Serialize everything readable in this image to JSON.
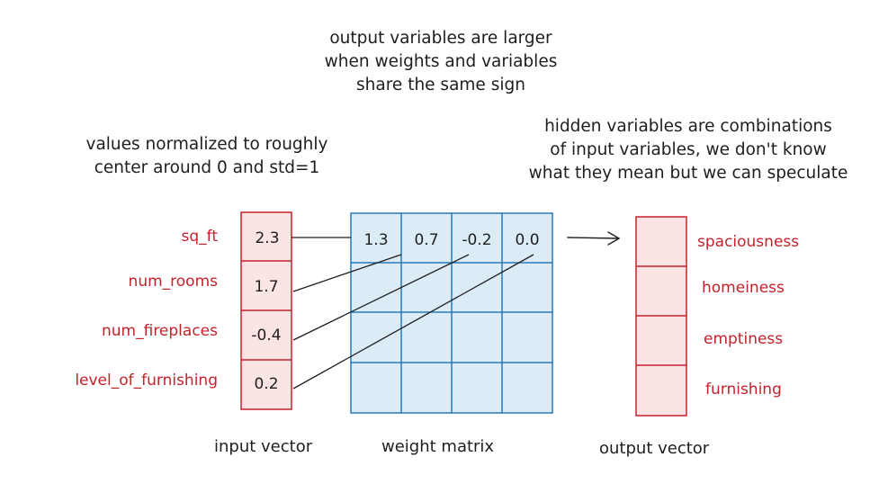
{
  "notes": {
    "top": [
      "output variables are larger",
      "when weights and variables",
      "share the same sign"
    ],
    "left": [
      "values normalized to roughly",
      "center around 0 and std=1"
    ],
    "right": [
      "hidden variables are combinations",
      "of input variables, we don't know",
      "what they mean but we can speculate"
    ]
  },
  "input_features": [
    "sq_ft",
    "num_rooms",
    "num_fireplaces",
    "level_of_furnishing"
  ],
  "input_values": [
    "2.3",
    "1.7",
    "-0.4",
    "0.2"
  ],
  "weight_first_row": [
    "1.3",
    "0.7",
    "-0.2",
    "0.0"
  ],
  "weight_matrix_size": {
    "rows": 4,
    "cols": 4
  },
  "hidden_features": [
    "spaciousness",
    "homeiness",
    "emptiness",
    "furnishing"
  ],
  "captions": {
    "input": "input vector",
    "weights": "weight matrix",
    "output": "output vector"
  },
  "colors": {
    "red_stroke": "#c5222b",
    "red_fill": "#fbe4e4",
    "blue_stroke": "#2a7ab8",
    "blue_fill": "#dcecf7",
    "ink": "#1e1e1e"
  }
}
